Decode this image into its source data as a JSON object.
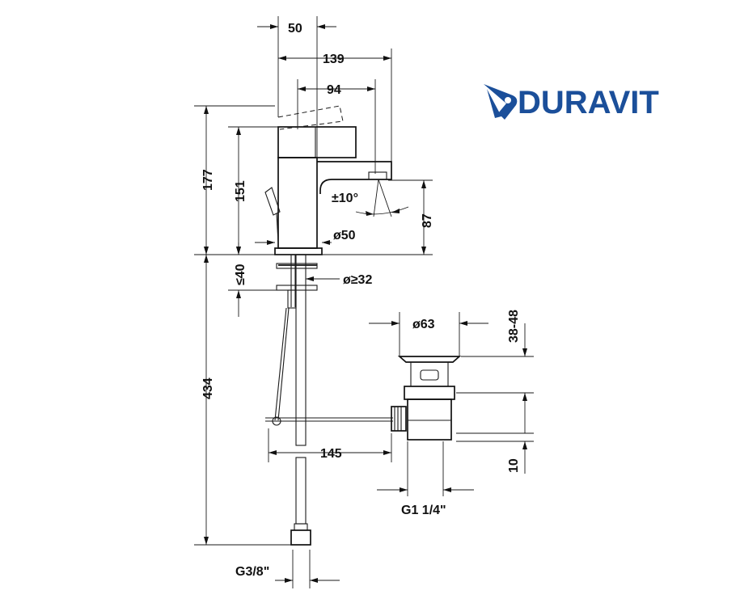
{
  "brand": {
    "name": "DURAVIT",
    "color": "#1b4f9a"
  },
  "dimensions": {
    "top_width": "50",
    "total_reach": "139",
    "spout_reach": "94",
    "height_total": "177",
    "height_body": "151",
    "swivel_angle": "±10°",
    "spout_height": "87",
    "base_diameter": "ø50",
    "max_thickness": "≤40",
    "hole_diameter": "ø≥32",
    "drain_diameter": "ø63",
    "drain_range": "38-48",
    "rod_length": "145",
    "drain_offset": "10",
    "drain_thread": "G1 1/4\"",
    "hose_length": "434",
    "hose_thread": "G3/8\""
  }
}
